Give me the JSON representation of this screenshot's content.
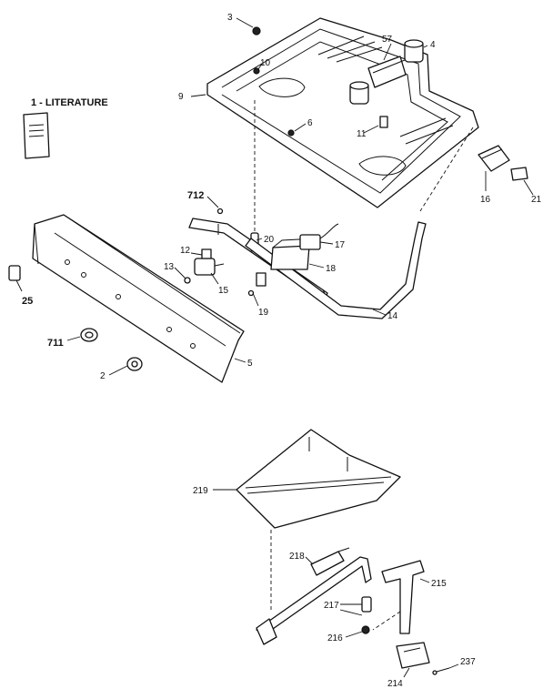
{
  "callouts": {
    "c3": "3",
    "c57": "57",
    "c4": "4",
    "c10": "10",
    "c9": "9",
    "c6": "6",
    "c11": "11",
    "c1": "1 - LITERATURE",
    "c712": "712",
    "c20": "20",
    "c17": "17",
    "c16": "16",
    "c21": "21",
    "c12": "12",
    "c13": "13",
    "c15": "15",
    "c18": "18",
    "c19": "19",
    "c14": "14",
    "c25": "25",
    "c711": "711",
    "c2": "2",
    "c5": "5",
    "c219": "219",
    "c218": "218",
    "c215": "215",
    "c217": "217",
    "c216": "216",
    "c214": "214",
    "c237": "237"
  }
}
